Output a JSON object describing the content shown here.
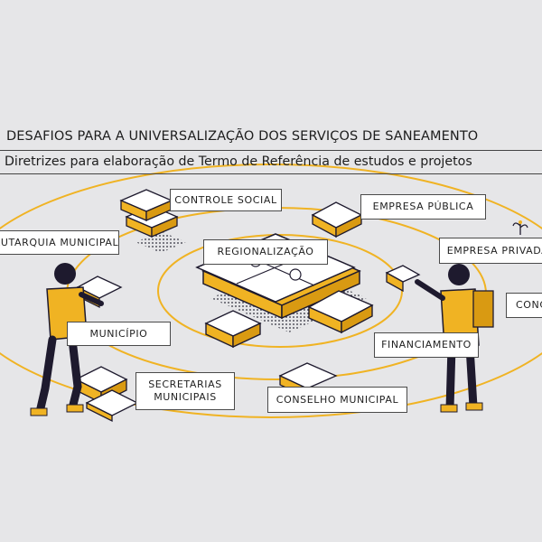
{
  "header": {
    "title": "DESAFIOS PARA A UNIVERSALIZAÇÃO DOS SERVIÇOS DE SANEAMENTO",
    "subtitle": "Diretrizes para elaboração de Termo de Referência de estudos e projetos"
  },
  "labels": {
    "controle_social": "CONTROLE SOCIAL",
    "empresa_publica": "EMPRESA PÚBLICA",
    "autarquia_municipal": "AUTARQUIA MUNICIPAL",
    "regionalizacao": "REGIONALIZAÇÃO",
    "empresa_privada": "EMPRESA PRIVADA",
    "concessao_partial": "CONC",
    "municipio": "MUNICÍPIO",
    "financiamento": "FINANCIAMENTO",
    "secretarias_line1": "SECRETARIAS",
    "secretarias_line2": "MUNICIPAIS",
    "conselho_municipal": "CONSELHO MUNICIPAL"
  },
  "colors": {
    "background": "#e6e6e8",
    "accent": "#f0b323",
    "ink": "#1e1a2e",
    "label_bg": "#ffffff"
  }
}
